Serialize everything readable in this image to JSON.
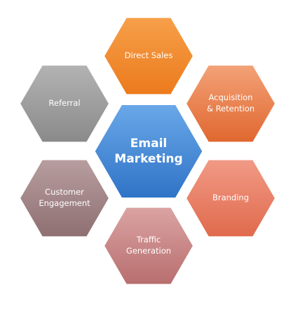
{
  "diagram": {
    "center": {
      "label": "Email\nMarketing",
      "color_top": "#6aa8e8",
      "color_bottom": "#2f73c7"
    },
    "nodes": [
      {
        "id": "direct-sales",
        "label": "Direct Sales",
        "color_top": "#f6a04a",
        "color_bottom": "#ec7a1c"
      },
      {
        "id": "acquisition-retention",
        "label": "Acquisition\n& Retention",
        "color_top": "#f3a278",
        "color_bottom": "#e0672f"
      },
      {
        "id": "branding",
        "label": "Branding",
        "color_top": "#f19a86",
        "color_bottom": "#e06a4c"
      },
      {
        "id": "traffic-generation",
        "label": "Traffic\nGeneration",
        "color_top": "#dba3a3",
        "color_bottom": "#b86e6e"
      },
      {
        "id": "customer-engagement",
        "label": "Customer\nEngagement",
        "color_top": "#b89ea0",
        "color_bottom": "#8e6f72"
      },
      {
        "id": "referral",
        "label": "Referral",
        "color_top": "#b3b3b3",
        "color_bottom": "#8a8a8a"
      }
    ]
  }
}
